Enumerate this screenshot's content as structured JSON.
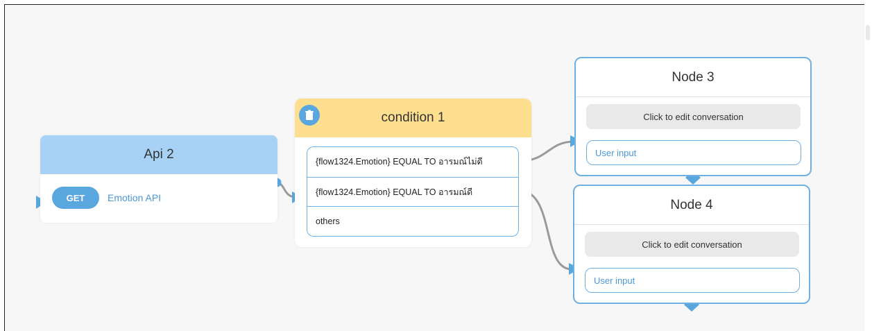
{
  "canvas": {
    "background": "#f7f7f7",
    "accent": "#5aa6df"
  },
  "api_node": {
    "title": "Api 2",
    "method": "GET",
    "api_name": "Emotion API",
    "header_color": "#a7d2f6"
  },
  "condition_node": {
    "title": "condition 1",
    "header_color": "#fddf8f",
    "delete_icon": "trash-icon",
    "rows": [
      {
        "label": "{flow1324.Emotion} EQUAL TO อารมณ์ไม่ดี",
        "connected": true
      },
      {
        "label": "{flow1324.Emotion} EQUAL TO อารมณ์ดี",
        "connected": true
      },
      {
        "label": "others",
        "connected": false
      }
    ]
  },
  "node3": {
    "title": "Node 3",
    "edit_label": "Click to edit conversation",
    "input_label": "User input"
  },
  "node4": {
    "title": "Node 4",
    "edit_label": "Click to edit conversation",
    "input_label": "User input"
  }
}
